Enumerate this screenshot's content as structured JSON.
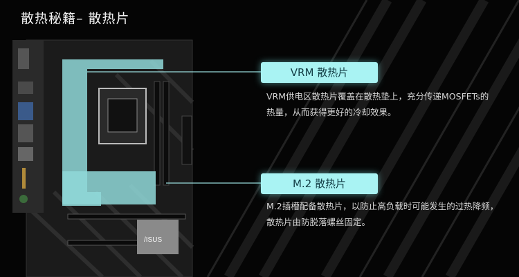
{
  "title": "散热秘籍– 散热片",
  "callouts": [
    {
      "label": "VRM 散热片",
      "lines": [
        "VRM供电区散热片覆盖在散热垫上，充分传递MOSFETs的",
        "热量，从而获得更好的冷却效果。"
      ]
    },
    {
      "label": "M.2 散热片",
      "lines": [
        "M.2插槽配备散热片，以防止高负载时可能发生的过热降频，",
        "散热片由防脱落螺丝固定。"
      ]
    }
  ],
  "board": {
    "brand": "/ISUS"
  },
  "colors": {
    "accent": "#a9f3f3",
    "background": "#050505",
    "text": "#d8d8d8"
  }
}
